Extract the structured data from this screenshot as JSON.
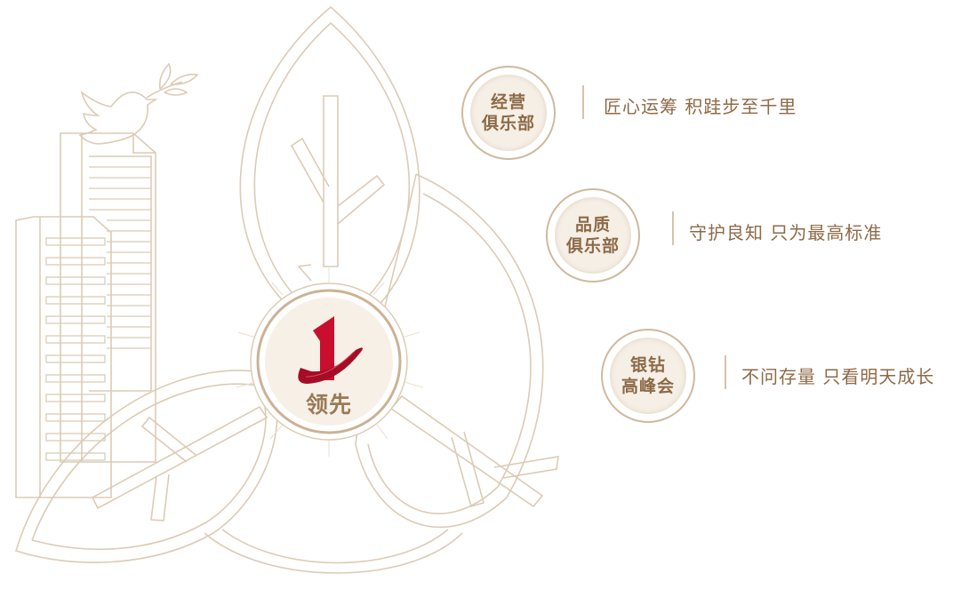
{
  "center": {
    "label": "领先"
  },
  "clubs": [
    {
      "line1": "经营",
      "line2": "俱乐部",
      "slogan": "匠心运筹 积跬步至千里"
    },
    {
      "line1": "品质",
      "line2": "俱乐部",
      "slogan": "守护良知 只为最高标准"
    },
    {
      "line1": "银钻",
      "line2": "高峰会",
      "slogan": "不问存量 只看明天成长"
    }
  ],
  "colors": {
    "line": "#d9c7b0",
    "text": "#8c6a47",
    "logo_red": "#c8102e"
  },
  "icons": [
    "dove-icon",
    "leaf-icon",
    "building-icon",
    "logo-icon"
  ]
}
